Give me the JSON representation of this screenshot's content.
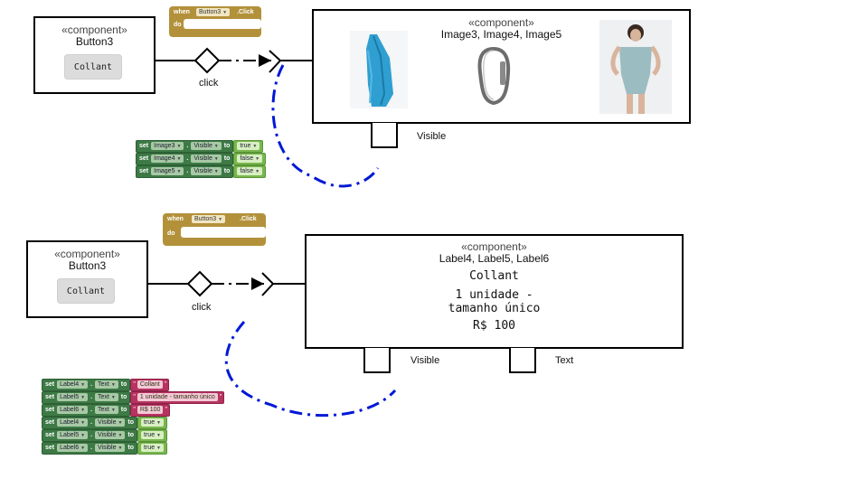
{
  "top": {
    "button_component": {
      "stereotype": "«component»",
      "name": "Button3",
      "button_label": "Collant"
    },
    "event_block": {
      "when": "when",
      "component": "Button3",
      "event": ".Click",
      "do": "do"
    },
    "arrow_label": "click",
    "images_component": {
      "stereotype": "«component»",
      "name": "Image3, Image4, Image5"
    },
    "images": [
      {
        "icon": "blue-fabric-image"
      },
      {
        "icon": "carabiner-image"
      },
      {
        "icon": "bodysuit-image"
      }
    ],
    "port_label": "Visible",
    "set_blocks": [
      {
        "set": "set",
        "component": "Image3",
        "property": "Visible",
        "to": "to",
        "value": "true"
      },
      {
        "set": "set",
        "component": "Image4",
        "property": "Visible",
        "to": "to",
        "value": "false"
      },
      {
        "set": "set",
        "component": "Image5",
        "property": "Visible",
        "to": "to",
        "value": "false"
      }
    ]
  },
  "bottom": {
    "button_component": {
      "stereotype": "«component»",
      "name": "Button3",
      "button_label": "Collant"
    },
    "event_block": {
      "when": "when",
      "component": "Button3",
      "event": ".Click",
      "do": "do"
    },
    "arrow_label": "click",
    "labels_component": {
      "stereotype": "«component»",
      "name": "Label4, Label5, Label6",
      "line1": "Collant",
      "line2a": "1 unidade -",
      "line2b": "tamanho único",
      "line3": "R$ 100"
    },
    "port_labels": [
      "Visible",
      "Text"
    ],
    "set_blocks": [
      {
        "set": "set",
        "component": "Label4",
        "property": "Text",
        "to": "to",
        "value": "Collant",
        "kind": "text"
      },
      {
        "set": "set",
        "component": "Label5",
        "property": "Text",
        "to": "to",
        "value": "1 unidade - tamanho único",
        "kind": "text"
      },
      {
        "set": "set",
        "component": "Label6",
        "property": "Text",
        "to": "to",
        "value": "R$ 100",
        "kind": "text"
      },
      {
        "set": "set",
        "component": "Label4",
        "property": "Visible",
        "to": "to",
        "value": "true",
        "kind": "bool"
      },
      {
        "set": "set",
        "component": "Label5",
        "property": "Visible",
        "to": "to",
        "value": "true",
        "kind": "bool"
      },
      {
        "set": "set",
        "component": "Label6",
        "property": "Visible",
        "to": "to",
        "value": "true",
        "kind": "bool"
      }
    ]
  },
  "colors": {
    "event_block": "#b3913b",
    "set_block": "#3d7a46",
    "bool_block": "#79b74e",
    "text_block": "#b7335f",
    "dashed_curve": "#0018d6"
  }
}
